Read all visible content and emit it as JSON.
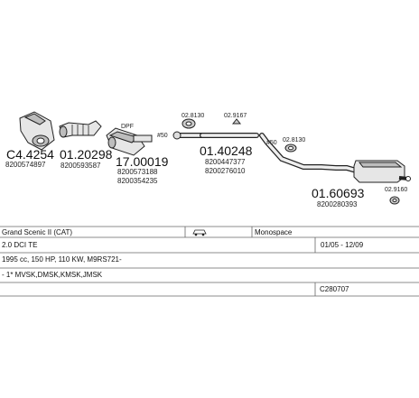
{
  "parts": [
    {
      "code": "C4.4254",
      "oem": [
        "8200574897"
      ]
    },
    {
      "code": "01.20298",
      "oem": [
        "8200593587"
      ]
    },
    {
      "code": "17.00019",
      "oem": [
        "8200573188",
        "8200354235"
      ],
      "label": "DPF",
      "dia": "#50"
    },
    {
      "code": "01.40248",
      "oem": [
        "8200447377",
        "8200276010"
      ],
      "clamps": [
        "02.8130",
        "02.9167"
      ]
    },
    {
      "code": "01.60693",
      "oem": [
        "8200280393"
      ],
      "clamps": [
        "02.8130",
        "02.9160"
      ],
      "dia": "#50"
    }
  ],
  "table": {
    "model": "Grand Scenic II (CAT)",
    "note": "Monospace",
    "engine": "2.0 DCI TE",
    "dates": "01/05 - 12/09",
    "specs": "1995 cc, 150 HP, 110 KW, M9RS721-",
    "variants": "- 1* MVSK,DMSK,KMSK,JMSK",
    "kit": "C280707"
  },
  "colors": {
    "line": "#666666",
    "text": "#111111",
    "part_fill": "#e6e6e6"
  }
}
